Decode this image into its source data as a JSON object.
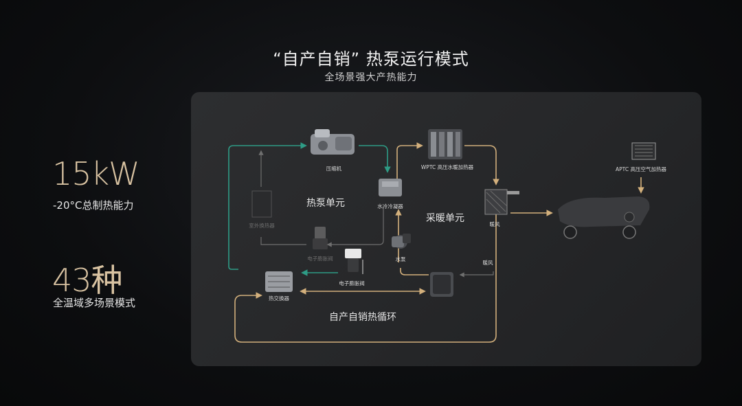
{
  "header": {
    "title": "“自产自销” 热泵运行模式",
    "subtitle": "全场景强大产热能力"
  },
  "stats": [
    {
      "value": "15kW",
      "label": "-20°C总制热能力"
    },
    {
      "value": "43种",
      "label": "全温域多场景模式"
    }
  ],
  "diagram": {
    "units": {
      "heat_pump": "热泵单元",
      "heating": "采暖单元",
      "cycle": "自产自销热循环"
    },
    "components": {
      "compressor": "压缩机",
      "wptc": "WPTC 高压水暖加热器",
      "water_cooled_condenser": "水冷冷凝器",
      "warm_air_core": "暖风",
      "aptc": "APTC 高压空气加热器",
      "outdoor_exchanger": "室外换热器",
      "evx_dim": "电子膨胀阀",
      "evx": "电子膨胀阀",
      "water_pump": "水泵",
      "heat_exchanger": "热交换器",
      "warm_air_pipe": "暖风"
    },
    "colors": {
      "gold": "#d3b07c",
      "green": "#2e9c86",
      "gray": "#8b8b8b"
    }
  }
}
